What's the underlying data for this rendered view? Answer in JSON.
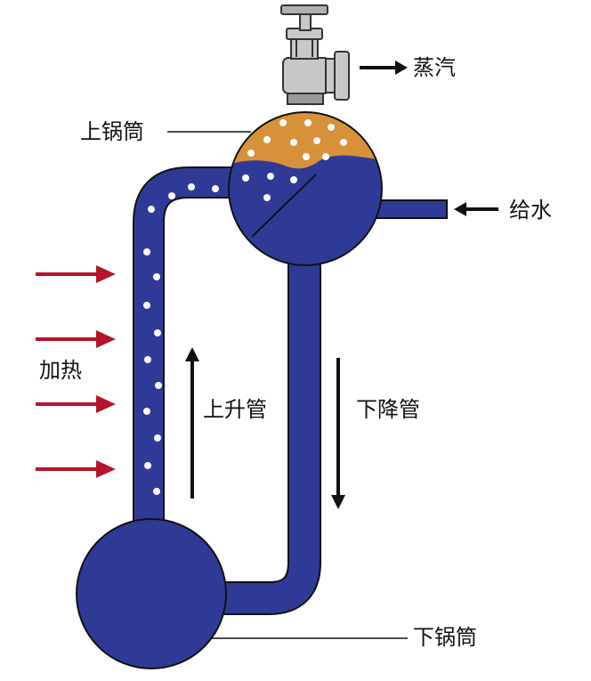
{
  "labels": {
    "steam": "蒸汽",
    "upper_drum": "上锅筒",
    "feedwater": "给水",
    "heating": "加热",
    "riser": "上升管",
    "downcomer": "下降管",
    "lower_drum": "下锅筒"
  },
  "colors": {
    "water": "#2f3a97",
    "steam_space": "#d7913b",
    "heat_arrow": "#b5152a",
    "outline": "#111111",
    "valve_body": "#c8c8c8",
    "bubble": "#ffffff"
  },
  "icons": [
    "valve-icon",
    "heat-arrow-icon",
    "flow-arrow-icon"
  ]
}
